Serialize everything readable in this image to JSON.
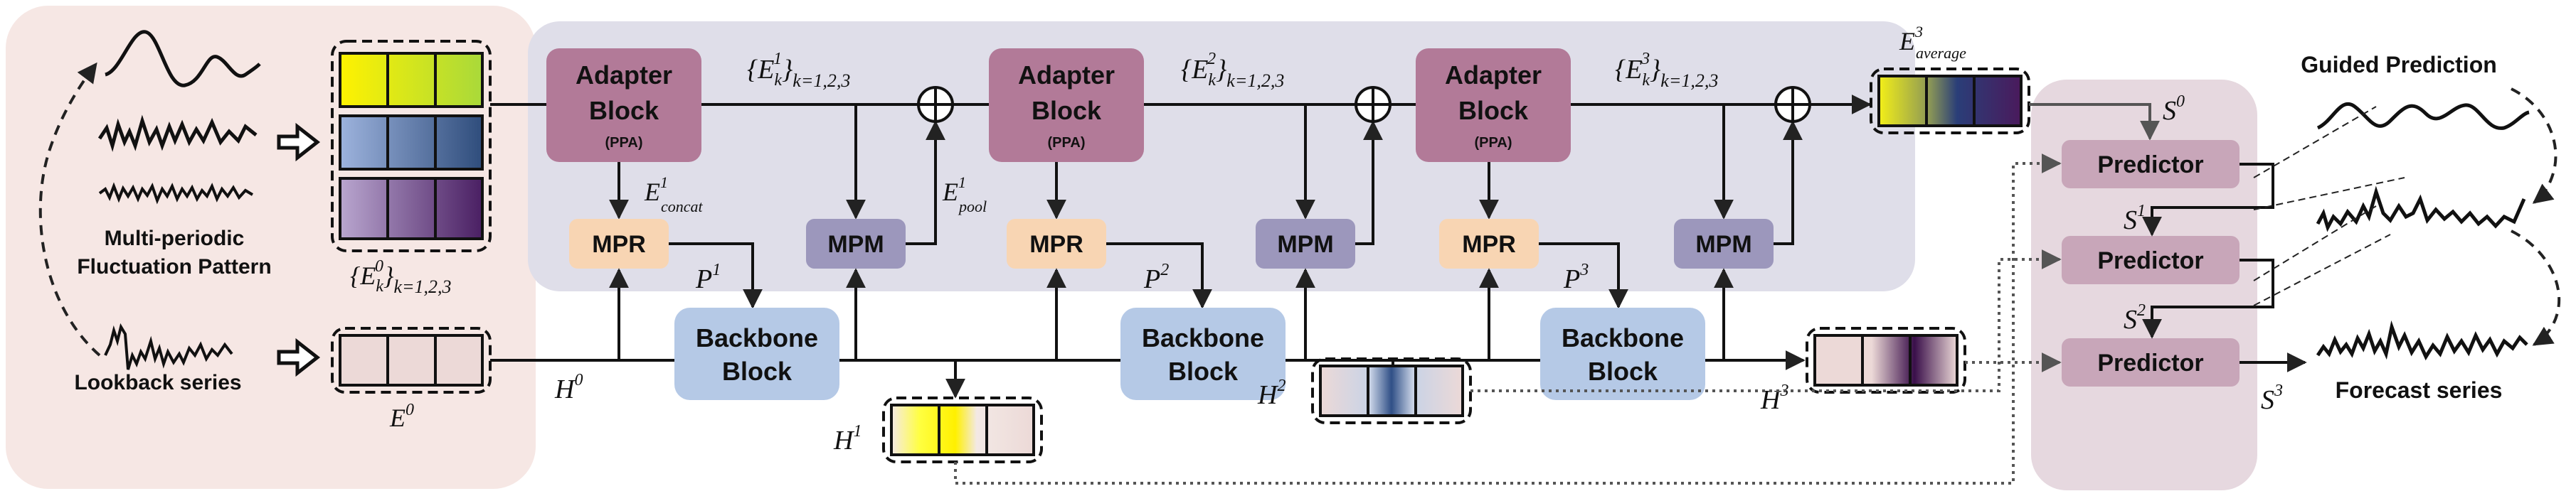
{
  "left_panel": {
    "multi_periodic_label_line1": "Multi-periodic",
    "multi_periodic_label_line2": "Fluctuation Pattern",
    "lookback_label": "Lookback series",
    "e0_set_label": "{E",
    "e0_set_sub": "k",
    "e0_set_sup": "0",
    "e0_set_range": "}",
    "e0_set_range_sub": "k=1,2,3",
    "e0_label": "E",
    "e0_sup": "0"
  },
  "blocks": {
    "adapter_line1": "Adapter",
    "adapter_line2": "Block",
    "adapter_sub": "(PPA)",
    "mpr": "MPR",
    "mpm": "MPM",
    "backbone_line1": "Backbone",
    "backbone_line2": "Block",
    "predictor": "Predictor"
  },
  "math_labels": {
    "e_set": "{E",
    "e_set_sub": "k",
    "e_set_close": "}",
    "e_set_range": "k=1,2,3",
    "ek1_sup": "1",
    "ek2_sup": "2",
    "ek3_sup": "3",
    "e_concat": "E",
    "e_concat_sup": "1",
    "e_concat_sub": "concat",
    "e_pool": "E",
    "e_pool_sup": "1",
    "e_pool_sub": "pool",
    "e_avg": "E",
    "e_avg_sup": "3",
    "e_avg_sub": "average",
    "p": "P",
    "p1_sup": "1",
    "p2_sup": "2",
    "p3_sup": "3",
    "h": "H",
    "h0_sup": "0",
    "h1_sup": "1",
    "h2_sup": "2",
    "h3_sup": "3",
    "s": "S",
    "s0_sup": "0",
    "s1_sup": "1",
    "s2_sup": "2",
    "s3_sup": "3"
  },
  "right_panel": {
    "guided_prediction": "Guided Prediction",
    "forecast_series": "Forecast series"
  },
  "colors": {
    "left_panel_bg": "#f6e7e4",
    "main_panel_bg": "#dfdee9",
    "right_panel_bg": "#e6d8df",
    "adapter": "#b27a98",
    "mpr": "#f8d5b3",
    "mpm": "#9c97bc",
    "backbone": "#b5c9e6",
    "predictor": "#c8a6b9",
    "cell_bg": "#ecd9d7"
  }
}
